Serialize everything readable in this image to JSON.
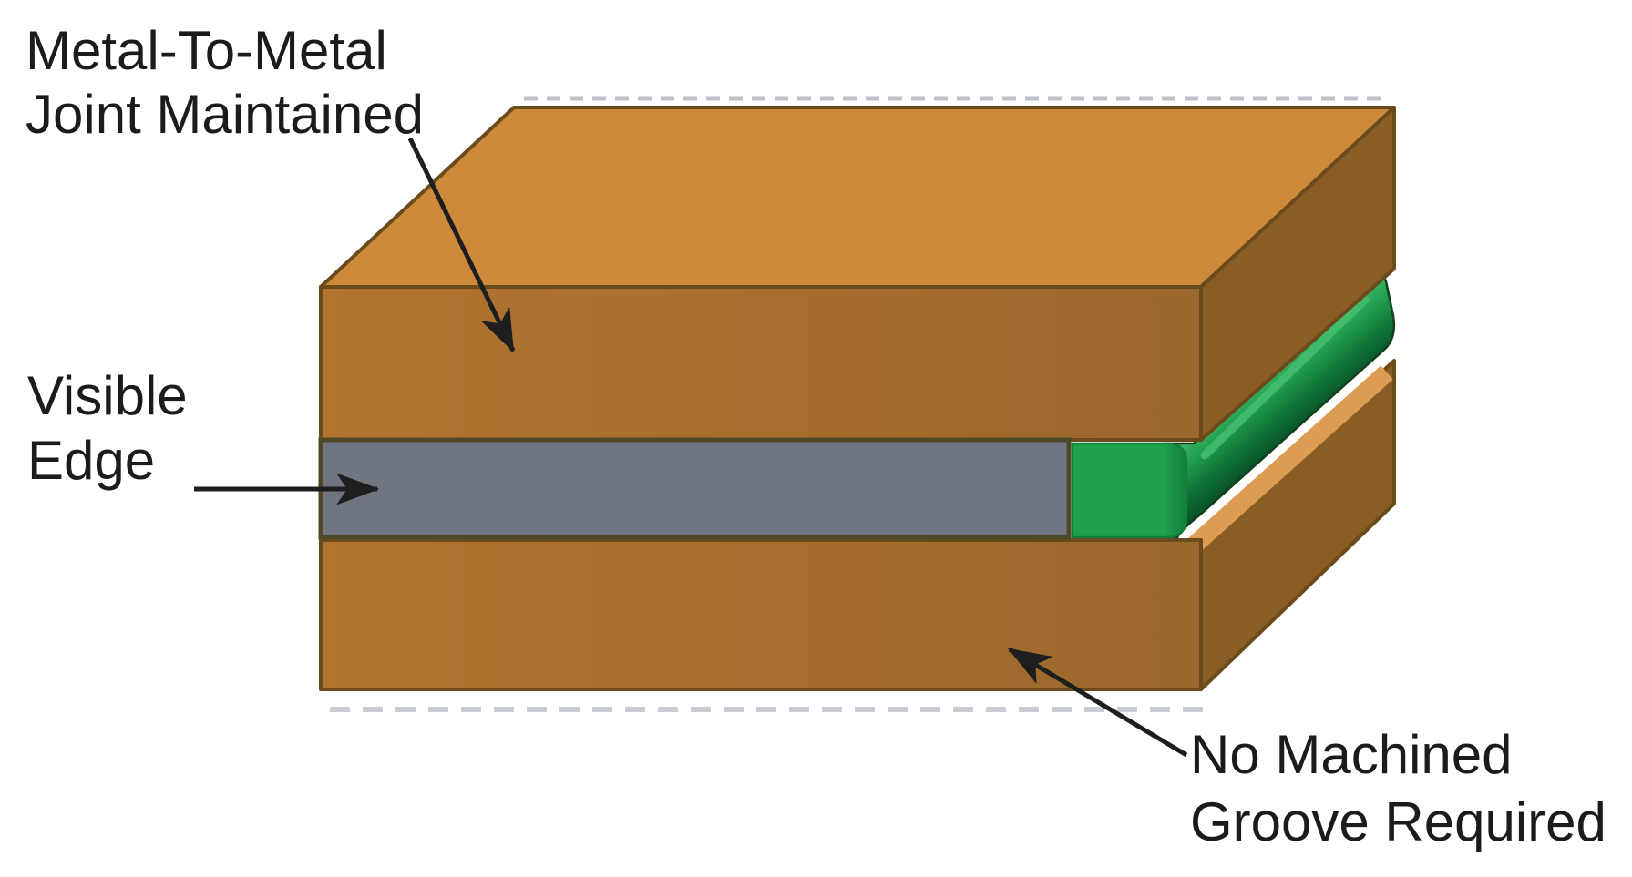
{
  "figure": {
    "labels": {
      "metal_joint": {
        "line1": "Metal-To-Metal",
        "line2": "Joint Maintained"
      },
      "visible_edge": {
        "line1": "Visible",
        "line2": "Edge"
      },
      "no_groove": {
        "line1": "No Machined",
        "line2": "Groove Required"
      }
    },
    "colors": {
      "background": "#FFFFFF",
      "text": "#1B1B1B",
      "arrow": "#1E1E1E",
      "flange_top_face": "#CC8A3A",
      "flange_front_light": "#B27530",
      "flange_front_dark": "#9A672C",
      "flange_side_face": "#8A5D24",
      "edge_line": "#6B4B1C",
      "spacer_gray": "#6F7681",
      "spacer_border": "#4E4826",
      "gasket_green": "#1EA14D",
      "gasket_border": "#157F3D",
      "bead_light": "#44BD6E",
      "bead_mid": "#1F9C4C",
      "bead_dark": "#0E7336",
      "bead_deep": "#0A5429",
      "bead_edge": "#123F1F",
      "side_highlight_tan": "#DC9C52",
      "artifact_dash_top": "#BCC0C8",
      "artifact_dash_bottom": "#C9CCD2"
    }
  }
}
